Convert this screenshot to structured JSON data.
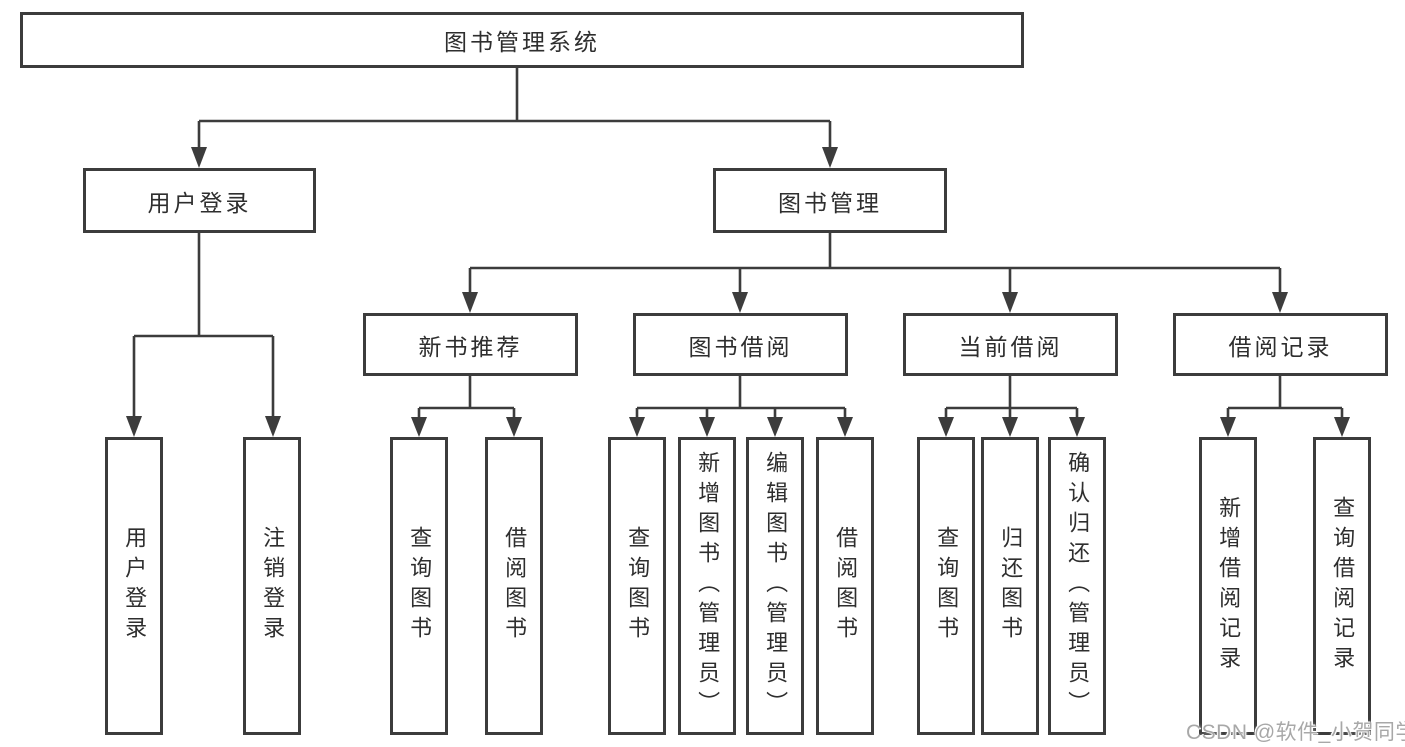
{
  "diagram": {
    "nodes": {
      "root": "图书管理系统",
      "user_login": "用户登录",
      "book_mgmt": "图书管理",
      "new_book_rec": "新书推荐",
      "book_borrow": "图书借阅",
      "current_borrow": "当前借阅",
      "borrow_record": "借阅记录",
      "leaf_user_login": "用户登录",
      "leaf_logout": "注销登录",
      "leaf_query_book_rec": "查询图书",
      "leaf_borrow_book_rec": "借阅图书",
      "leaf_query_book_borrow": "查询图书",
      "leaf_add_book_admin": "新增图书（管理员）",
      "leaf_edit_book_admin": "编辑图书（管理员）",
      "leaf_borrow_book_borrow": "借阅图书",
      "leaf_query_book_current": "查询图书",
      "leaf_return_book": "归还图书",
      "leaf_confirm_return_admin": "确认归还（管理员）",
      "leaf_add_borrow_record": "新增借阅记录",
      "leaf_query_borrow_record": "查询借阅记录"
    },
    "watermark": "CSDN @软件_小贺同学",
    "colors": {
      "line": "#3c3c3c",
      "text": "#2e2e2e",
      "watermark": "#a8a8a8",
      "box_bg": "#ffffff"
    }
  }
}
